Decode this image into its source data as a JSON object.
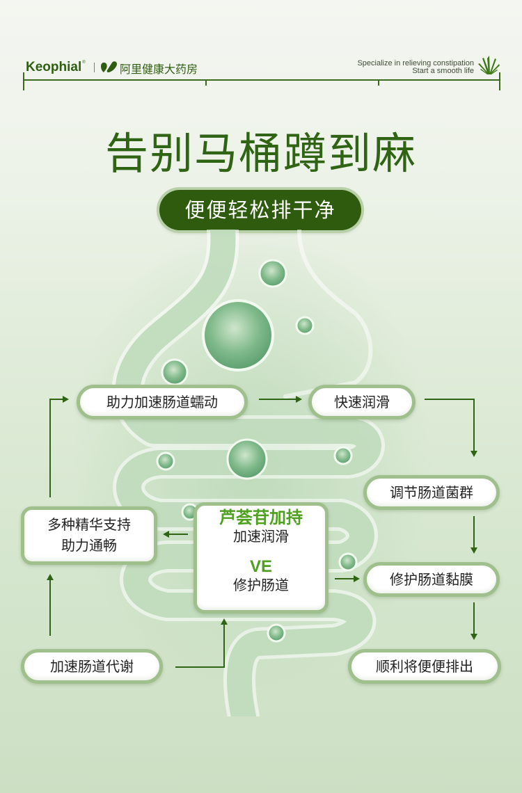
{
  "header": {
    "brand": "Keophial",
    "brand_mark": "®",
    "partner_icon": "heart-leaf-logo-icon",
    "partner": "阿里健康大药房",
    "slogan_line1": "Specialize in relieving constipation",
    "slogan_line2": "Start a smooth life",
    "slogan_icon": "aloe-plant-icon"
  },
  "hero": {
    "title": "告别马桶蹲到麻",
    "subtitle": "便便轻松排干净"
  },
  "flow": {
    "center": {
      "ingredient1": "芦荟苷加持",
      "effect1": "加速润滑",
      "ingredient2": "VE",
      "effect2": "修护肠道"
    },
    "nodes": {
      "peristalsis": "助力加速肠道蠕动",
      "lubricate": "快速润滑",
      "flora": "调节肠道菌群",
      "mucosa": "修护肠道黏膜",
      "expel": "顺利将便便排出",
      "essence_line1": "多种精华支持",
      "essence_line2": "助力通畅",
      "metabolism": "加速肠道代谢"
    }
  },
  "colors": {
    "brand_green": "#2f6414",
    "pill_dark": "#2e5b0d",
    "highlight_green": "#4ea01f",
    "node_border": "#9fc08d"
  }
}
